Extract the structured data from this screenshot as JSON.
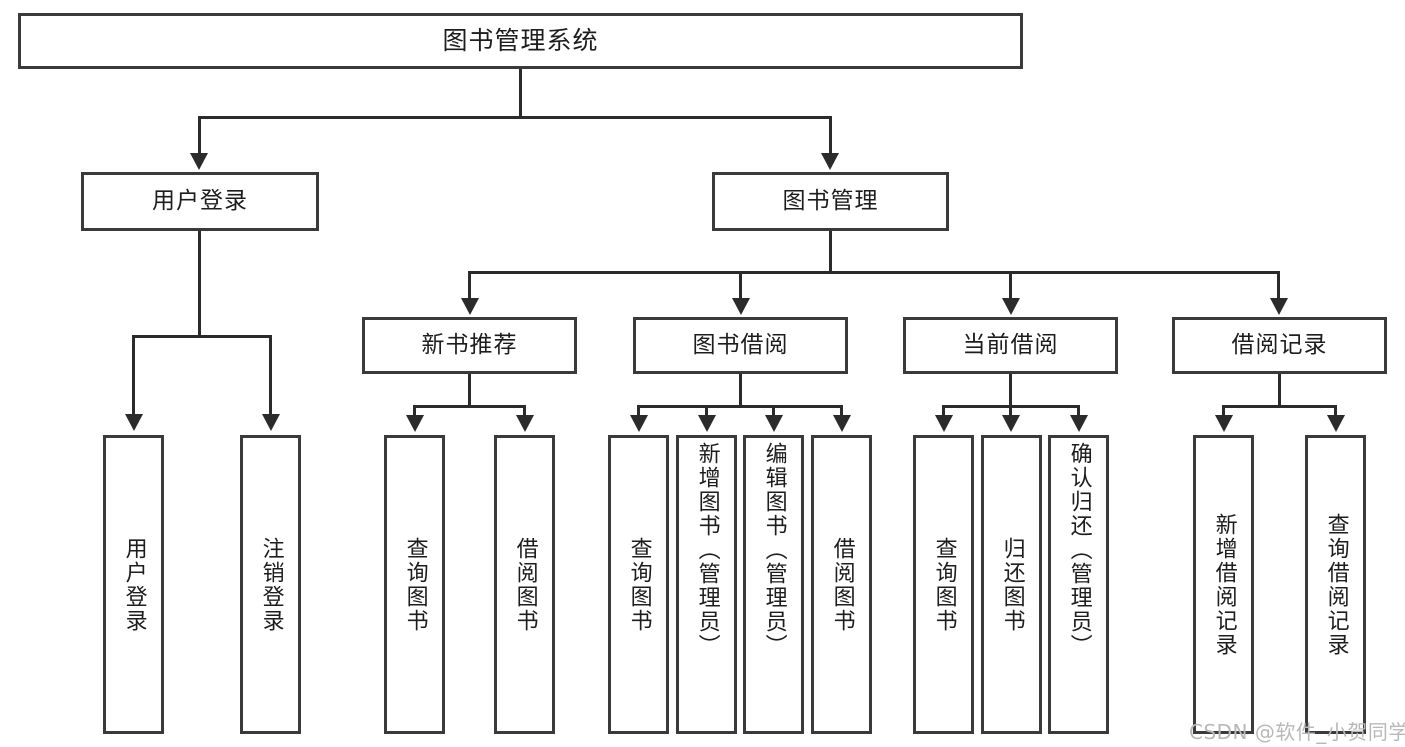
{
  "diagram": {
    "type": "tree-hierarchy",
    "title": "图书管理系统",
    "root": {
      "label": "图书管理系统"
    },
    "level2": [
      {
        "label": "用户登录"
      },
      {
        "label": "图书管理"
      }
    ],
    "level3": [
      {
        "label": "新书推荐"
      },
      {
        "label": "图书借阅"
      },
      {
        "label": "当前借阅"
      },
      {
        "label": "借阅记录"
      }
    ],
    "leaves": {
      "user_login": [
        {
          "label": "用户登录"
        },
        {
          "label": "注销登录"
        }
      ],
      "new_book_recommend": [
        {
          "label": "查询图书"
        },
        {
          "label": "借阅图书"
        }
      ],
      "book_borrow": [
        {
          "label": "查询图书"
        },
        {
          "label": "新增图书（管理员）"
        },
        {
          "label": "编辑图书（管理员）"
        },
        {
          "label": "借阅图书"
        }
      ],
      "current_borrow": [
        {
          "label": "查询图书"
        },
        {
          "label": "归还图书"
        },
        {
          "label": "确认归还（管理员）"
        }
      ],
      "borrow_record": [
        {
          "label": "新增借阅记录"
        },
        {
          "label": "查询借阅记录"
        }
      ]
    }
  },
  "watermark": {
    "text": "CSDN @软件_小贺同学"
  },
  "colors": {
    "box_border": "#3a3a3a",
    "connector": "#2b2b2b",
    "text": "#1d1d1d",
    "background": "#ffffff",
    "watermark": "#b8b8b8"
  }
}
